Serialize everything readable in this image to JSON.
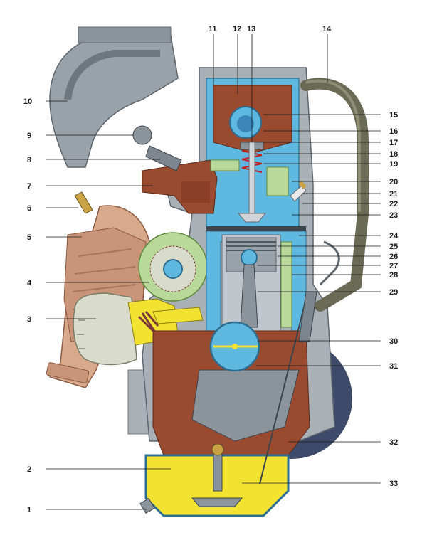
{
  "callouts": {
    "c1": "1",
    "c2": "2",
    "c3": "3",
    "c4": "4",
    "c5": "5",
    "c6": "6",
    "c7": "7",
    "c8": "8",
    "c9": "9",
    "c10": "10",
    "c11": "11",
    "c12": "12",
    "c13": "13",
    "c14": "14",
    "c15": "15",
    "c16": "16",
    "c17": "17",
    "c18": "18",
    "c19": "19",
    "c20": "20",
    "c21": "21",
    "c22": "22",
    "c23": "23",
    "c24": "24",
    "c25": "25",
    "c26": "26",
    "c27": "27",
    "c28": "28",
    "c29": "29",
    "c30": "30",
    "c31": "31",
    "c32": "32",
    "c33": "33"
  },
  "colors": {
    "block_gray": "#a9b0b6",
    "block_dark": "#7d868e",
    "water_jacket": "#5fb8e0",
    "casting_brown": "#9a4a2e",
    "oil_yellow": "#f2e232",
    "pipe_dark": "#6b6a55",
    "muffler_copper": "#d8a98a",
    "filter_white": "#d9dccb",
    "pump_green": "#b9d99a"
  }
}
